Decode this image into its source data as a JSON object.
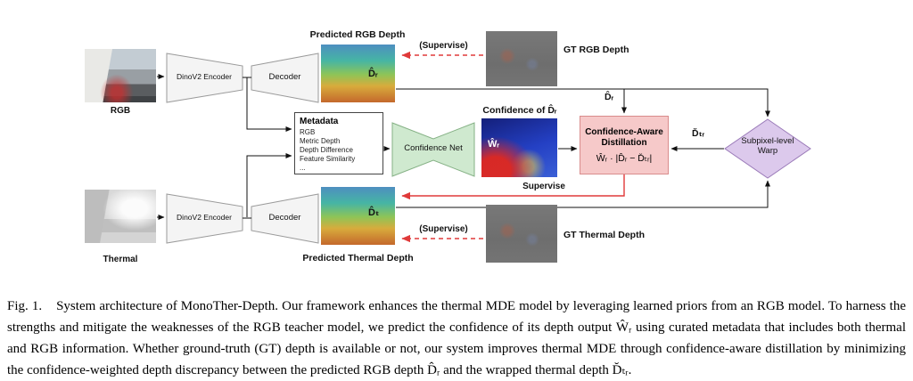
{
  "figure": {
    "inputs": {
      "rgb_label": "RGB",
      "thermal_label": "Thermal"
    },
    "pipeline": {
      "encoder_label": "DinoV2 Encoder",
      "decoder_label": "Decoder"
    },
    "outputs": {
      "predicted_rgb_depth_label": "Predicted RGB Depth",
      "predicted_thermal_depth_label": "Predicted Thermal Depth",
      "rgb_depth_symbol": "D̂ᵣ",
      "thermal_depth_symbol": "D̂ₜ"
    },
    "gt": {
      "rgb_label": "GT RGB Depth",
      "thermal_label": "GT Thermal Depth",
      "supervise_rgb": "(Supervise)",
      "supervise_thermal": "(Supervise)"
    },
    "metadata": {
      "title": "Metadata",
      "items": [
        "RGB",
        "Metric Depth",
        "Depth Difference",
        "Feature Similarity",
        "..."
      ]
    },
    "confidence": {
      "net_label": "Confidence Net",
      "map_title": "Confidence of D̂ᵣ",
      "weight_symbol": "Ŵᵣ"
    },
    "distillation": {
      "title_line1": "Confidence-Aware",
      "title_line2": "Distillation",
      "formula": "Ŵᵣ · |D̂ᵣ − D̆ₜᵣ|",
      "supervise_label": "Supervise"
    },
    "warp": {
      "label_line1": "Subpixel-level",
      "label_line2": "Warp",
      "warped_depth_symbol": "D̆ₜᵣ"
    },
    "edges": {
      "rgb_depth_to_distill": "D̂ᵣ"
    },
    "colors": {
      "distillation_box": "#f6c9c9",
      "confidence_net": "#cfe9cf",
      "warp_diamond": "#dcc9ec",
      "supervise_arrow": "#e03a3a"
    }
  },
  "caption": {
    "fig_label": "Fig. 1.",
    "text": "System architecture of MonoTher-Depth. Our framework enhances the thermal MDE model by leveraging learned priors from an RGB model. To harness the strengths and mitigate the weaknesses of the RGB teacher model, we predict the confidence of its depth output Ŵᵣ using curated metadata that includes both thermal and RGB information. Whether ground-truth (GT) depth is available or not, our system improves thermal MDE through confidence-aware distillation by minimizing the confidence-weighted depth discrepancy between the predicted RGB depth D̂ᵣ and the wrapped thermal depth D̆ₜᵣ."
  }
}
